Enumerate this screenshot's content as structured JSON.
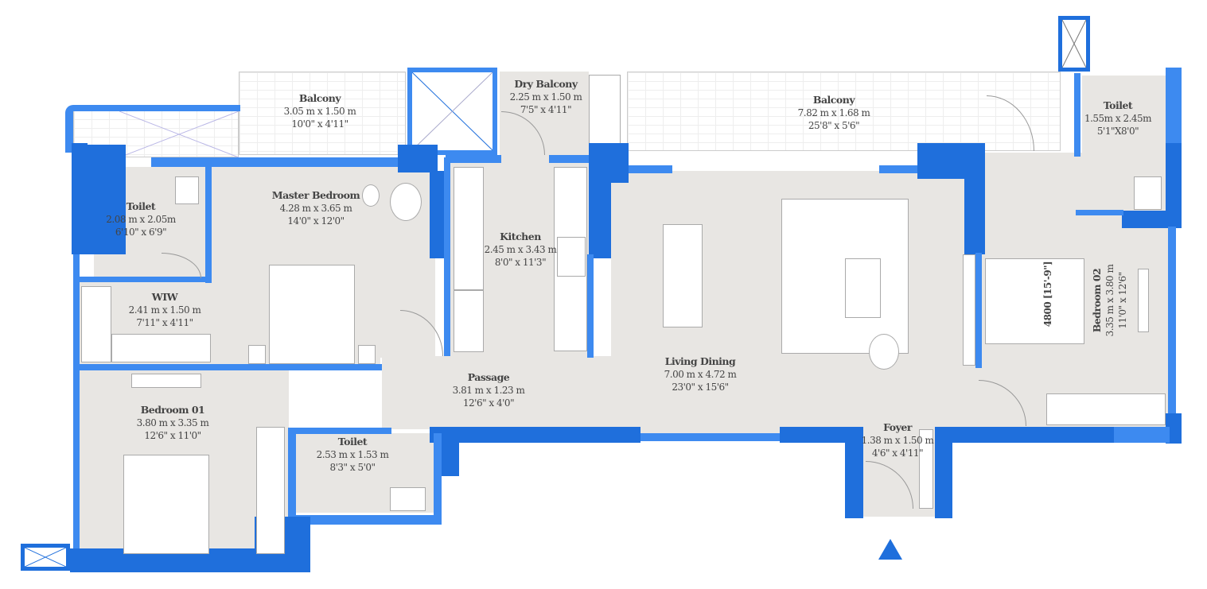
{
  "colors": {
    "wall_dark": "#1f6fdc",
    "wall_light": "#3d8af0",
    "floor": "#e8e6e3",
    "north_arrow": "#1f6fdc"
  },
  "rooms": {
    "balcony_left": {
      "name": "Balcony",
      "metric": "3.05 m x 1.50 m",
      "imperial": "10'0\" x 4'11\""
    },
    "dry_balcony": {
      "name": "Dry Balcony",
      "metric": "2.25 m x 1.50 m",
      "imperial": "7'5\" x 4'11\""
    },
    "balcony_main": {
      "name": "Balcony",
      "metric": "7.82 m x 1.68 m",
      "imperial": "25'8\" x 5'6\""
    },
    "toilet_right": {
      "name": "Toilet",
      "metric": "1.55m x 2.45m",
      "imperial": "5'1\"X8'0\""
    },
    "toilet_master": {
      "name": "Toilet",
      "metric": "2.08 m x 2.05m",
      "imperial": "6'10\" x 6'9\""
    },
    "master_bedroom": {
      "name": "Master Bedroom",
      "metric": "4.28 m x 3.65 m",
      "imperial": "14'0\" x 12'0\""
    },
    "kitchen": {
      "name": "Kitchen",
      "metric": "2.45 m x 3.43 m",
      "imperial": "8'0\" x 11'3\""
    },
    "wiw": {
      "name": "WIW",
      "metric": "2.41 m x 1.50 m",
      "imperial": "7'11\" x 4'11\""
    },
    "living_dining": {
      "name": "Living  Dining",
      "metric": "7.00 m x 4.72 m",
      "imperial": "23'0\" x 15'6\""
    },
    "bedroom_02": {
      "name": "Bedroom 02",
      "metric": "3.35 m x 3.80 m",
      "imperial": "11'0\" x 12'6\""
    },
    "passage": {
      "name": "Passage",
      "metric": "3.81 m x 1.23 m",
      "imperial": "12'6\" x 4'0\""
    },
    "bedroom_01": {
      "name": "Bedroom 01",
      "metric": "3.80 m x 3.35 m",
      "imperial": "12'6\" x 11'0\""
    },
    "toilet_common": {
      "name": "Toilet",
      "metric": "2.53 m x 1.53 m",
      "imperial": "8'3\" x 5'0\""
    },
    "foyer": {
      "name": "Foyer",
      "metric": "1.38 m x 1.50 m",
      "imperial": "4'6\" x 4'11\""
    }
  },
  "dimension_note": "4800 [15'-9\"]",
  "icons": {
    "north": "north-arrow-icon",
    "shaft": "shaft-cross-icon"
  }
}
